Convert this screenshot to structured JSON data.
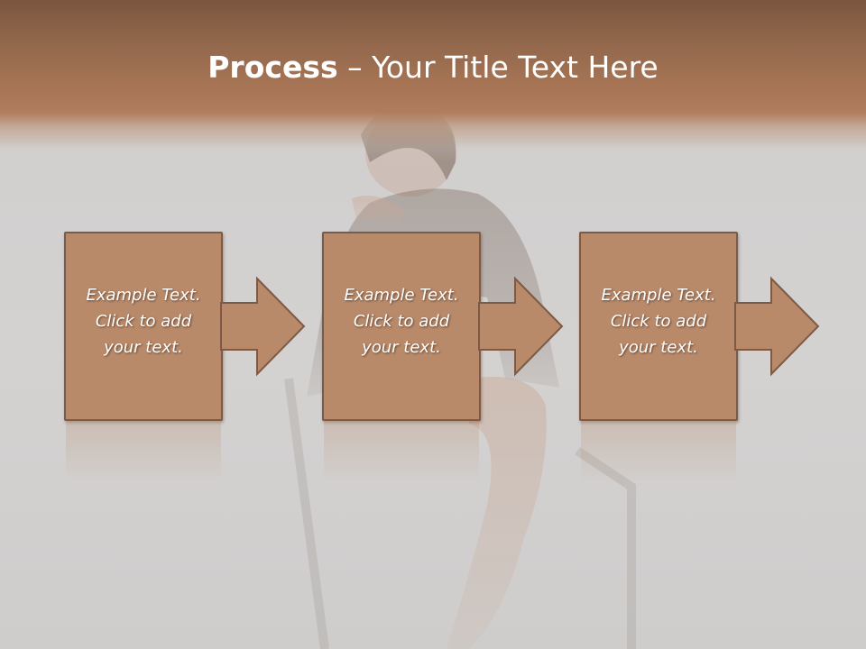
{
  "title": {
    "bold": "Process",
    "rest": " – Your Title Text Here"
  },
  "steps": [
    {
      "text": "Example Text.\nClick  to add\nyour text."
    },
    {
      "text": "Example Text.\nClick  to add\nyour text."
    },
    {
      "text": "Example Text.\nClick  to add\nyour text."
    }
  ],
  "colors": {
    "title_band": "#a87656",
    "box_fill": "#b98a6a",
    "box_border": "#7d5a45",
    "background": "#d2d0cf"
  },
  "icons": [
    "arrow-right-icon"
  ]
}
